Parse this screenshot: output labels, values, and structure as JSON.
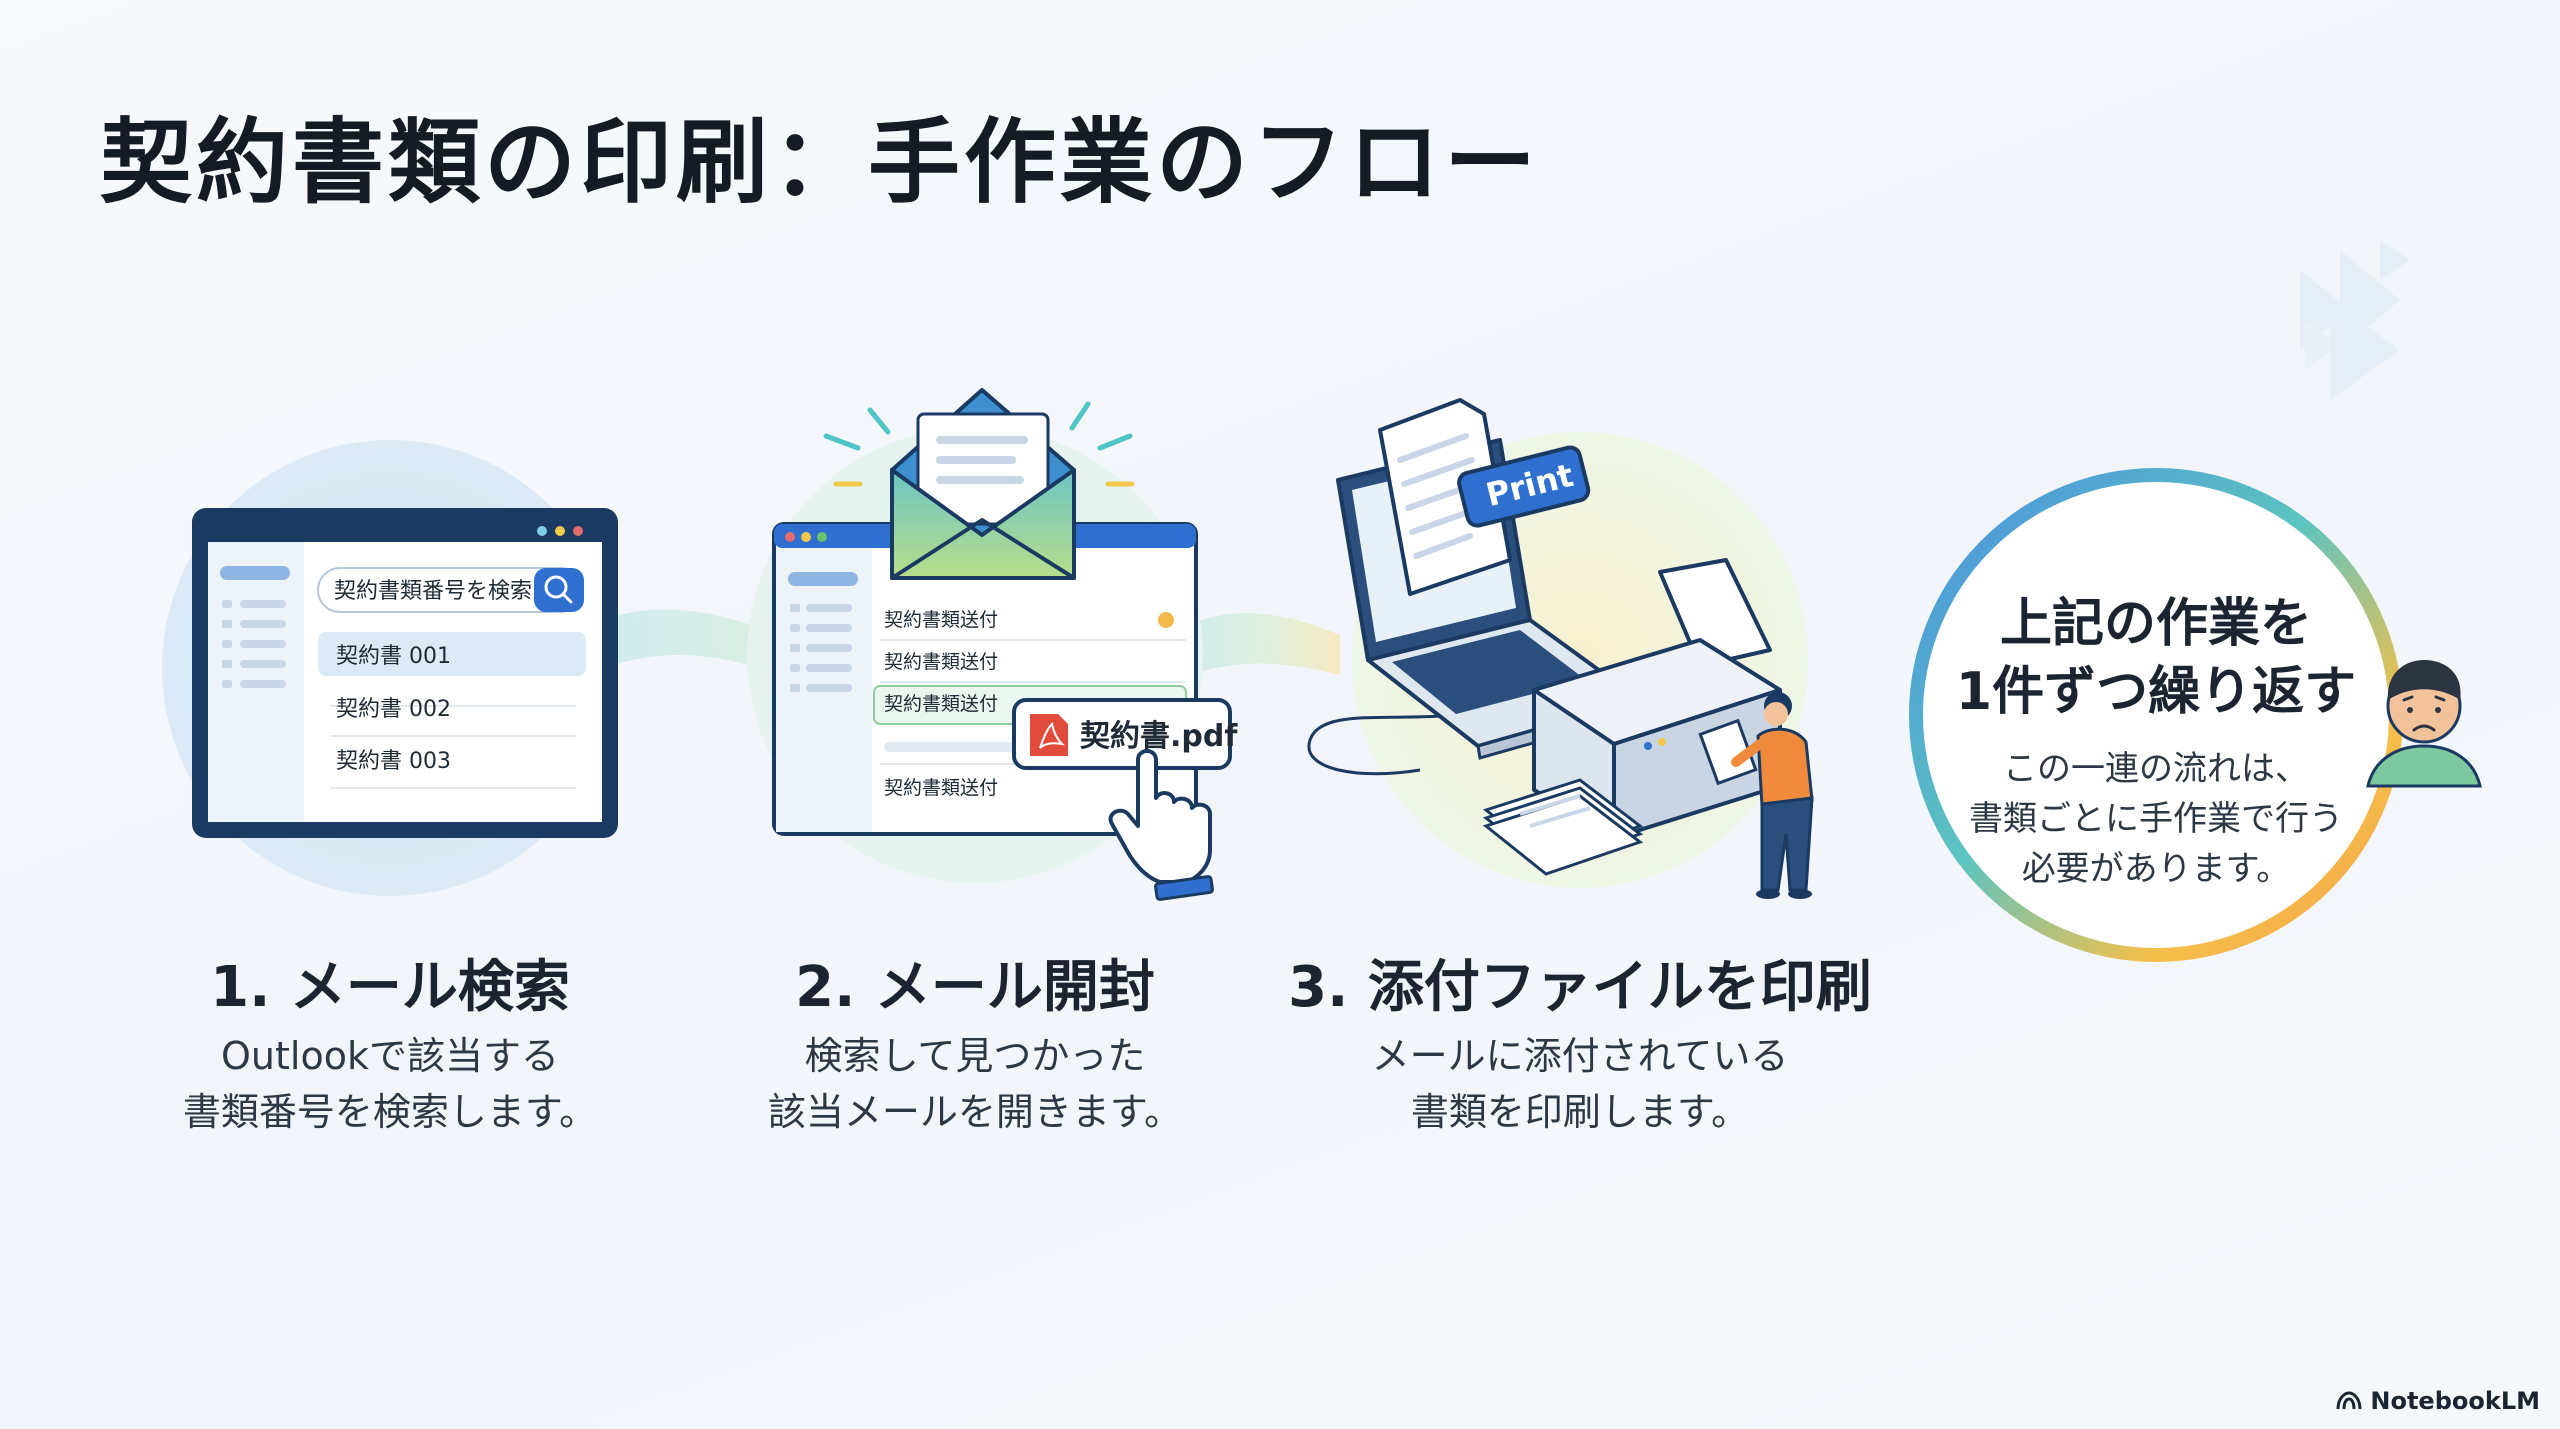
{
  "title": "契約書類の印刷：手作業のフロー",
  "steps": [
    {
      "title": "1. メール検索",
      "desc": [
        "Outlookで該当する",
        "書類番号を検索します。"
      ],
      "mock": {
        "search_placeholder": "契約書類番号を検索",
        "results": [
          "契約書 001",
          "契約書 002",
          "契約書 003"
        ]
      }
    },
    {
      "title": "2. メール開封",
      "desc": [
        "検索して見つかった",
        "該当メールを開きます。"
      ],
      "mock": {
        "mails": [
          "契約書類送付",
          "契約書類送付",
          "契約書類送付",
          "契約書類送付"
        ],
        "attachment": "契約書.pdf"
      }
    },
    {
      "title": "3. 添付ファイルを印刷",
      "desc": [
        "メールに添付されている",
        "書類を印刷します。"
      ],
      "mock": {
        "print_label": "Print"
      }
    }
  ],
  "summary": {
    "headline": [
      "上記の作業を",
      "1件ずつ繰り返す"
    ],
    "note": [
      "この一連の流れは、",
      "書類ごとに手作業で行う",
      "必要があります。"
    ]
  },
  "brand": "NotebookLM",
  "colors": {
    "blue": "#2f6fd0",
    "teal": "#5cc4c0",
    "yellow": "#f2c94c",
    "orange": "#f5a04a",
    "pdf_red": "#e34b3c"
  }
}
